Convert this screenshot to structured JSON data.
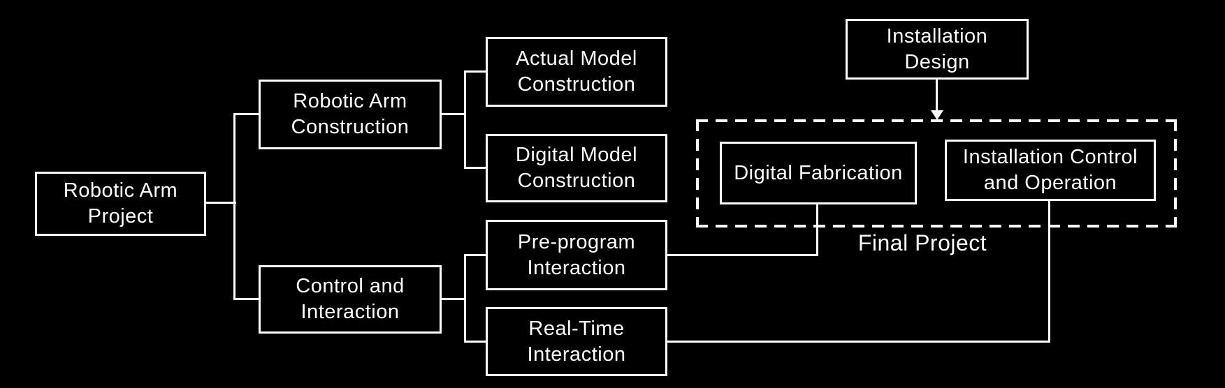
{
  "diagram": {
    "background_color": "#000000",
    "foreground_color": "#ffffff",
    "nodes": {
      "robotic_arm_project": {
        "label": "Robotic Arm\nProject"
      },
      "robotic_arm_construction": {
        "label": "Robotic Arm\nConstruction"
      },
      "actual_model_construction": {
        "label": "Actual Model\nConstruction"
      },
      "digital_model_construction": {
        "label": "Digital Model\nConstruction"
      },
      "control_and_interaction": {
        "label": "Control and\nInteraction"
      },
      "pre_program_interaction": {
        "label": "Pre-program\nInteraction"
      },
      "real_time_interaction": {
        "label": "Real-Time\nInteraction"
      },
      "installation_design": {
        "label": "Installation\nDesign"
      },
      "digital_fabrication": {
        "label": "Digital Fabrication"
      },
      "installation_control_and_operation": {
        "label": "Installation Control\nand Operation"
      }
    },
    "group": {
      "label": "Final Project"
    }
  }
}
